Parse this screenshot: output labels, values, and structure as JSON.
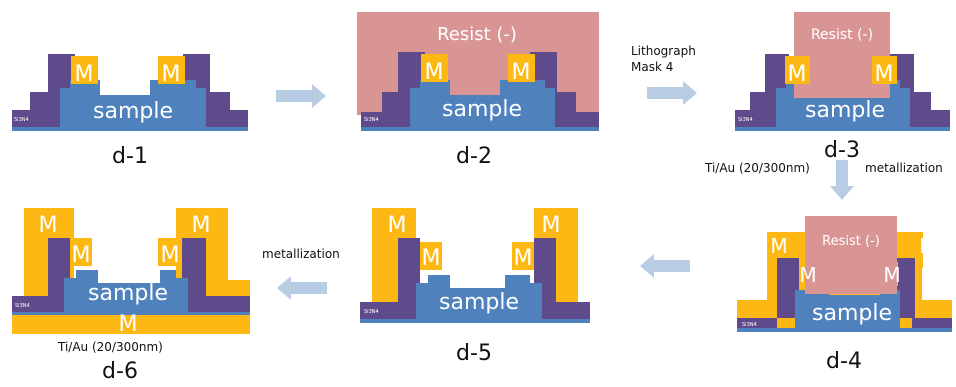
{
  "materials": {
    "sample": "sample",
    "metal": "M",
    "substrate": "Si3N4",
    "resist": "Resist (-)"
  },
  "colors": {
    "sample": "#4f81bd",
    "purple": "#5f4b8b",
    "metal": "#fdb813",
    "resist": "#d99594",
    "arrow": "#b8cce4"
  },
  "steps": {
    "d1": "d-1",
    "d2": "d-2",
    "d3": "d-3",
    "d4": "d-4",
    "d5": "d-5",
    "d6": "d-6"
  },
  "annotations": {
    "litho_line1": "Lithograph",
    "litho_line2": "Mask 4",
    "tiau_d3": "Ti/Au (20/300nm)",
    "metallization_d3": "metallization",
    "metallization_d6": "metallization",
    "tiau_d6": "Ti/Au (20/300nm)"
  }
}
